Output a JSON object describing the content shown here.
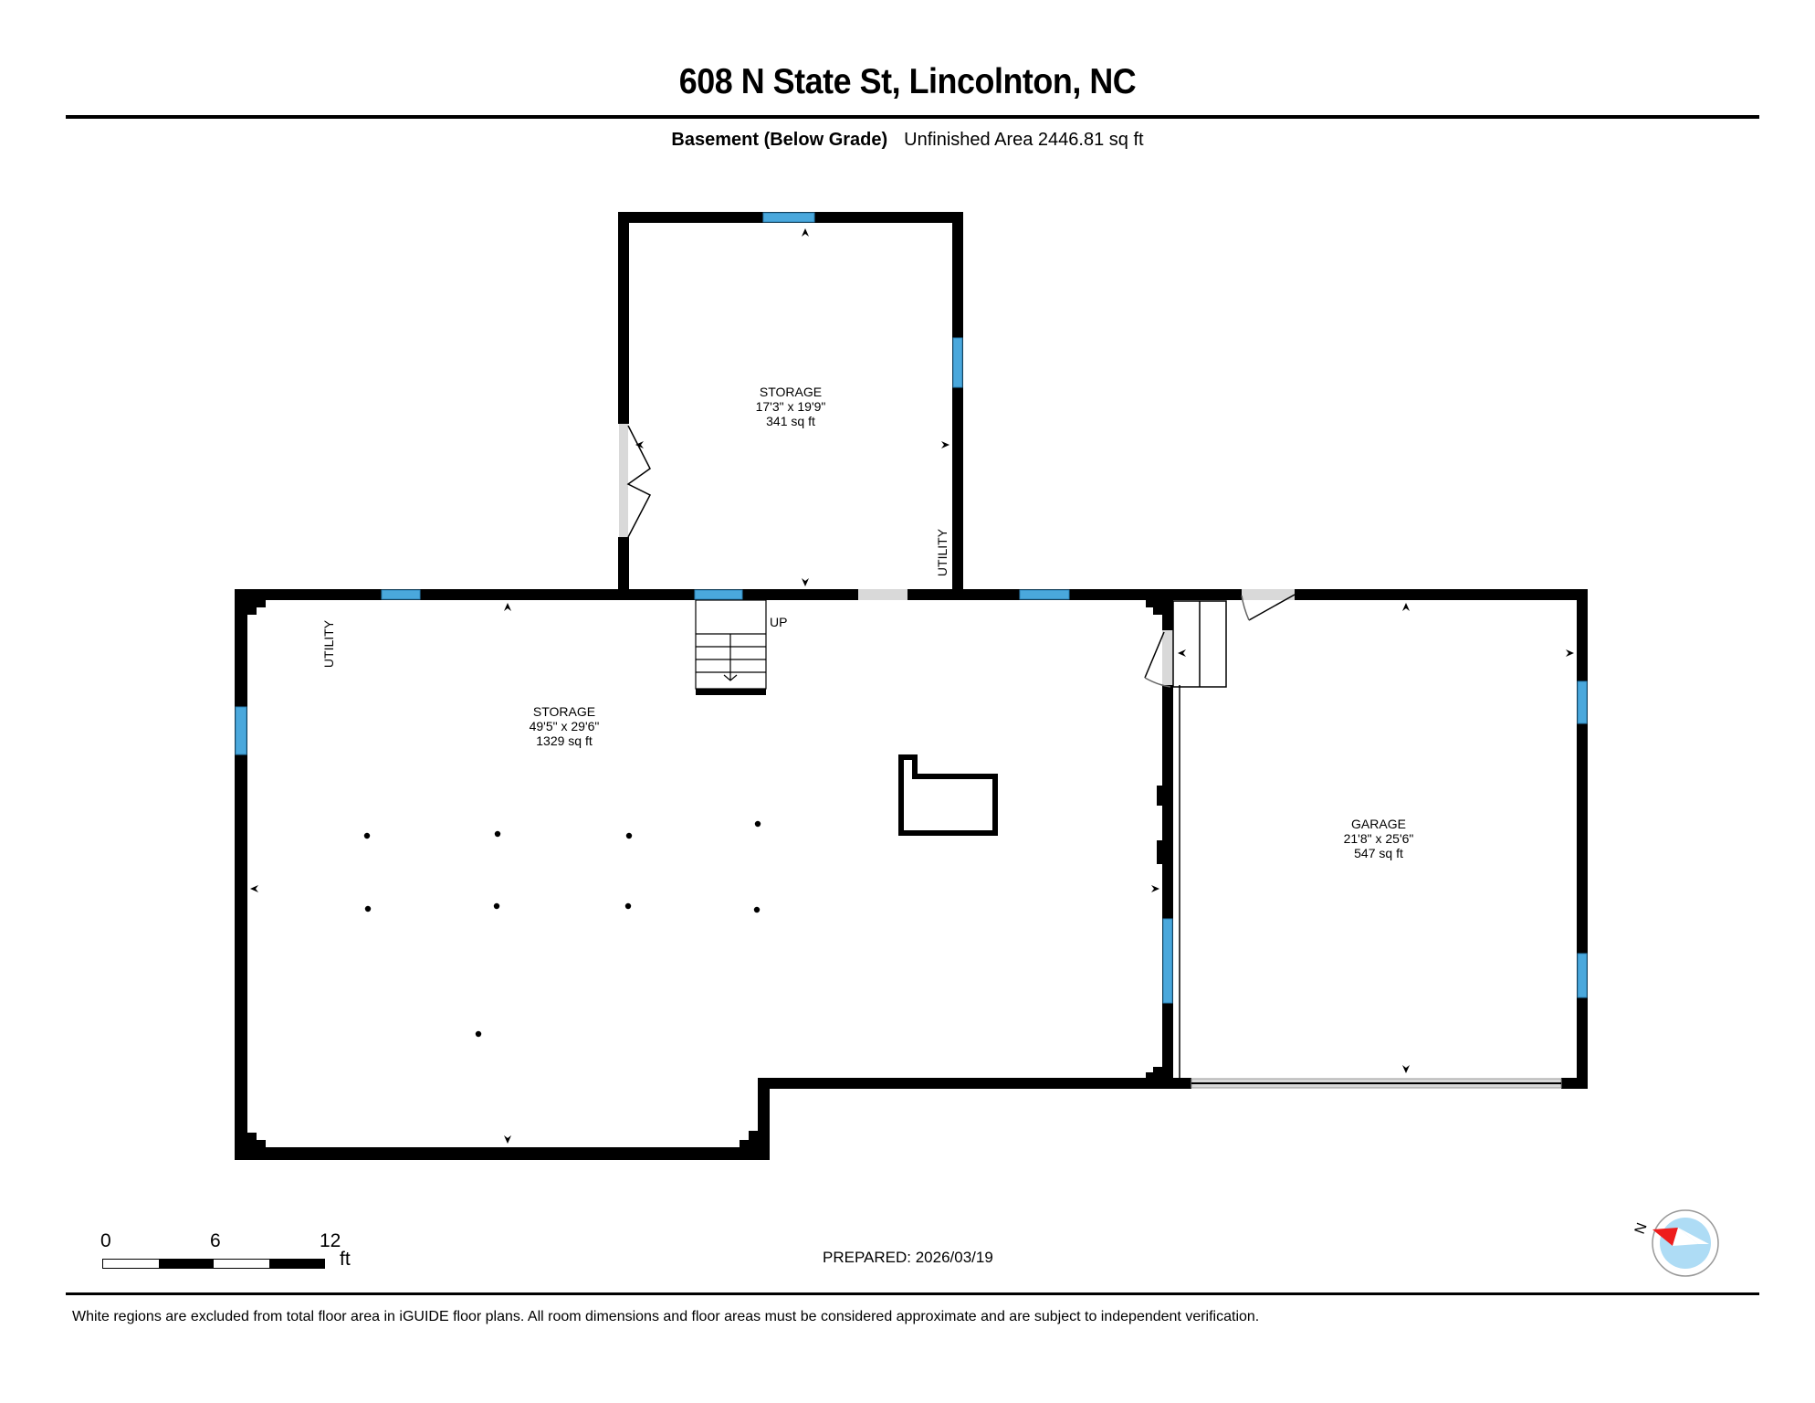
{
  "header": {
    "title": "608 N State St, Lincolnton, NC",
    "floor_name": "Basement (Below Grade)",
    "area_summary": "Unfinished Area 2446.81 sq ft"
  },
  "rooms": [
    {
      "name": "STORAGE",
      "dimensions": "17'3\" x 19'9\"",
      "area": "341 sq ft"
    },
    {
      "name": "STORAGE",
      "dimensions": "49'5\" x 29'6\"",
      "area": "1329 sq ft"
    },
    {
      "name": "GARAGE",
      "dimensions": "21'8\" x 25'6\"",
      "area": "547 sq ft"
    }
  ],
  "annotations": {
    "utility_1": "UTILITY",
    "utility_2": "UTILITY",
    "stairs": "UP"
  },
  "scale_bar": {
    "ticks": [
      "0",
      "6",
      "12"
    ],
    "unit": "ft"
  },
  "compass": {
    "label": "N",
    "colors": {
      "needle": "#ee1c1c",
      "face": "#aedcf5",
      "ring": "#999999"
    }
  },
  "footer": {
    "prepared": "PREPARED: 2026/03/19",
    "disclaimer": "White regions are excluded from total floor area in iGUIDE floor plans. All room dimensions and floor areas must be considered approximate and are subject to independent verification."
  },
  "colors": {
    "wall": "#000000",
    "window": "#4aa8dc",
    "door_opening": "#d9d9d9"
  }
}
